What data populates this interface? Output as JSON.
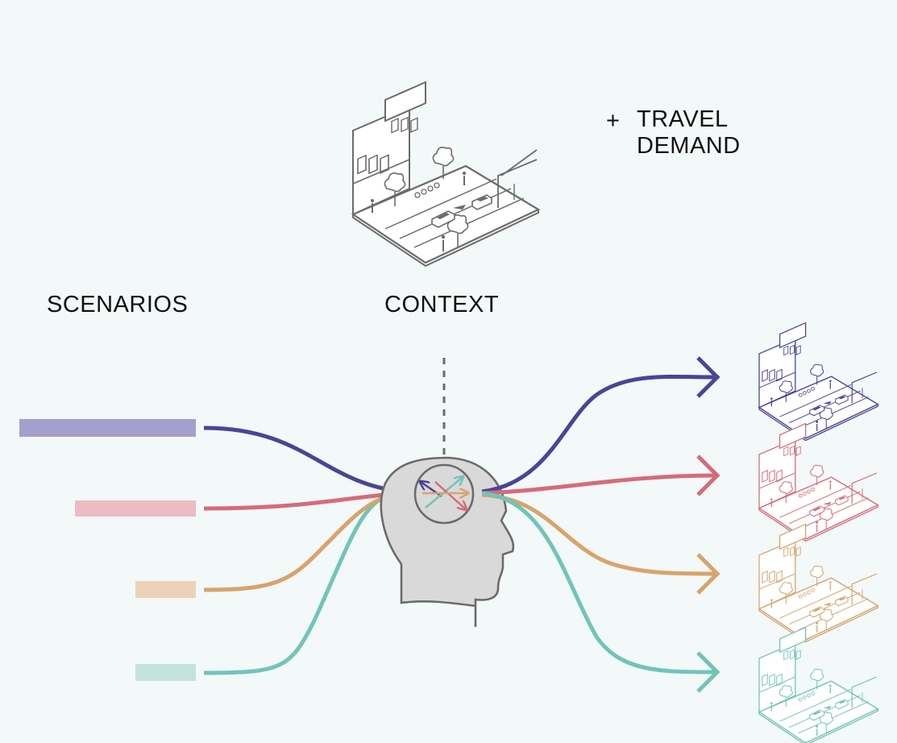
{
  "labels": {
    "scenarios": "SCENARIOS",
    "context": "CONTEXT",
    "plus": "+",
    "travel_demand_line1": "TRAVEL",
    "travel_demand_line2": "DEMAND"
  },
  "colors": {
    "background": "#f3f8f9",
    "context_drawing": "#6b6b6b",
    "head_fill": "#d9d9d9",
    "head_stroke": "#6b6b6b"
  },
  "scenarios": [
    {
      "id": "purple",
      "color": "#4a4497",
      "bar_color": "#a59fcd"
    },
    {
      "id": "red",
      "color": "#d56c78",
      "bar_color": "#ebbcc1"
    },
    {
      "id": "orange",
      "color": "#d7a46b",
      "bar_color": "#edd2b8"
    },
    {
      "id": "teal",
      "color": "#72c4b8",
      "bar_color": "#c3e3dd"
    }
  ]
}
